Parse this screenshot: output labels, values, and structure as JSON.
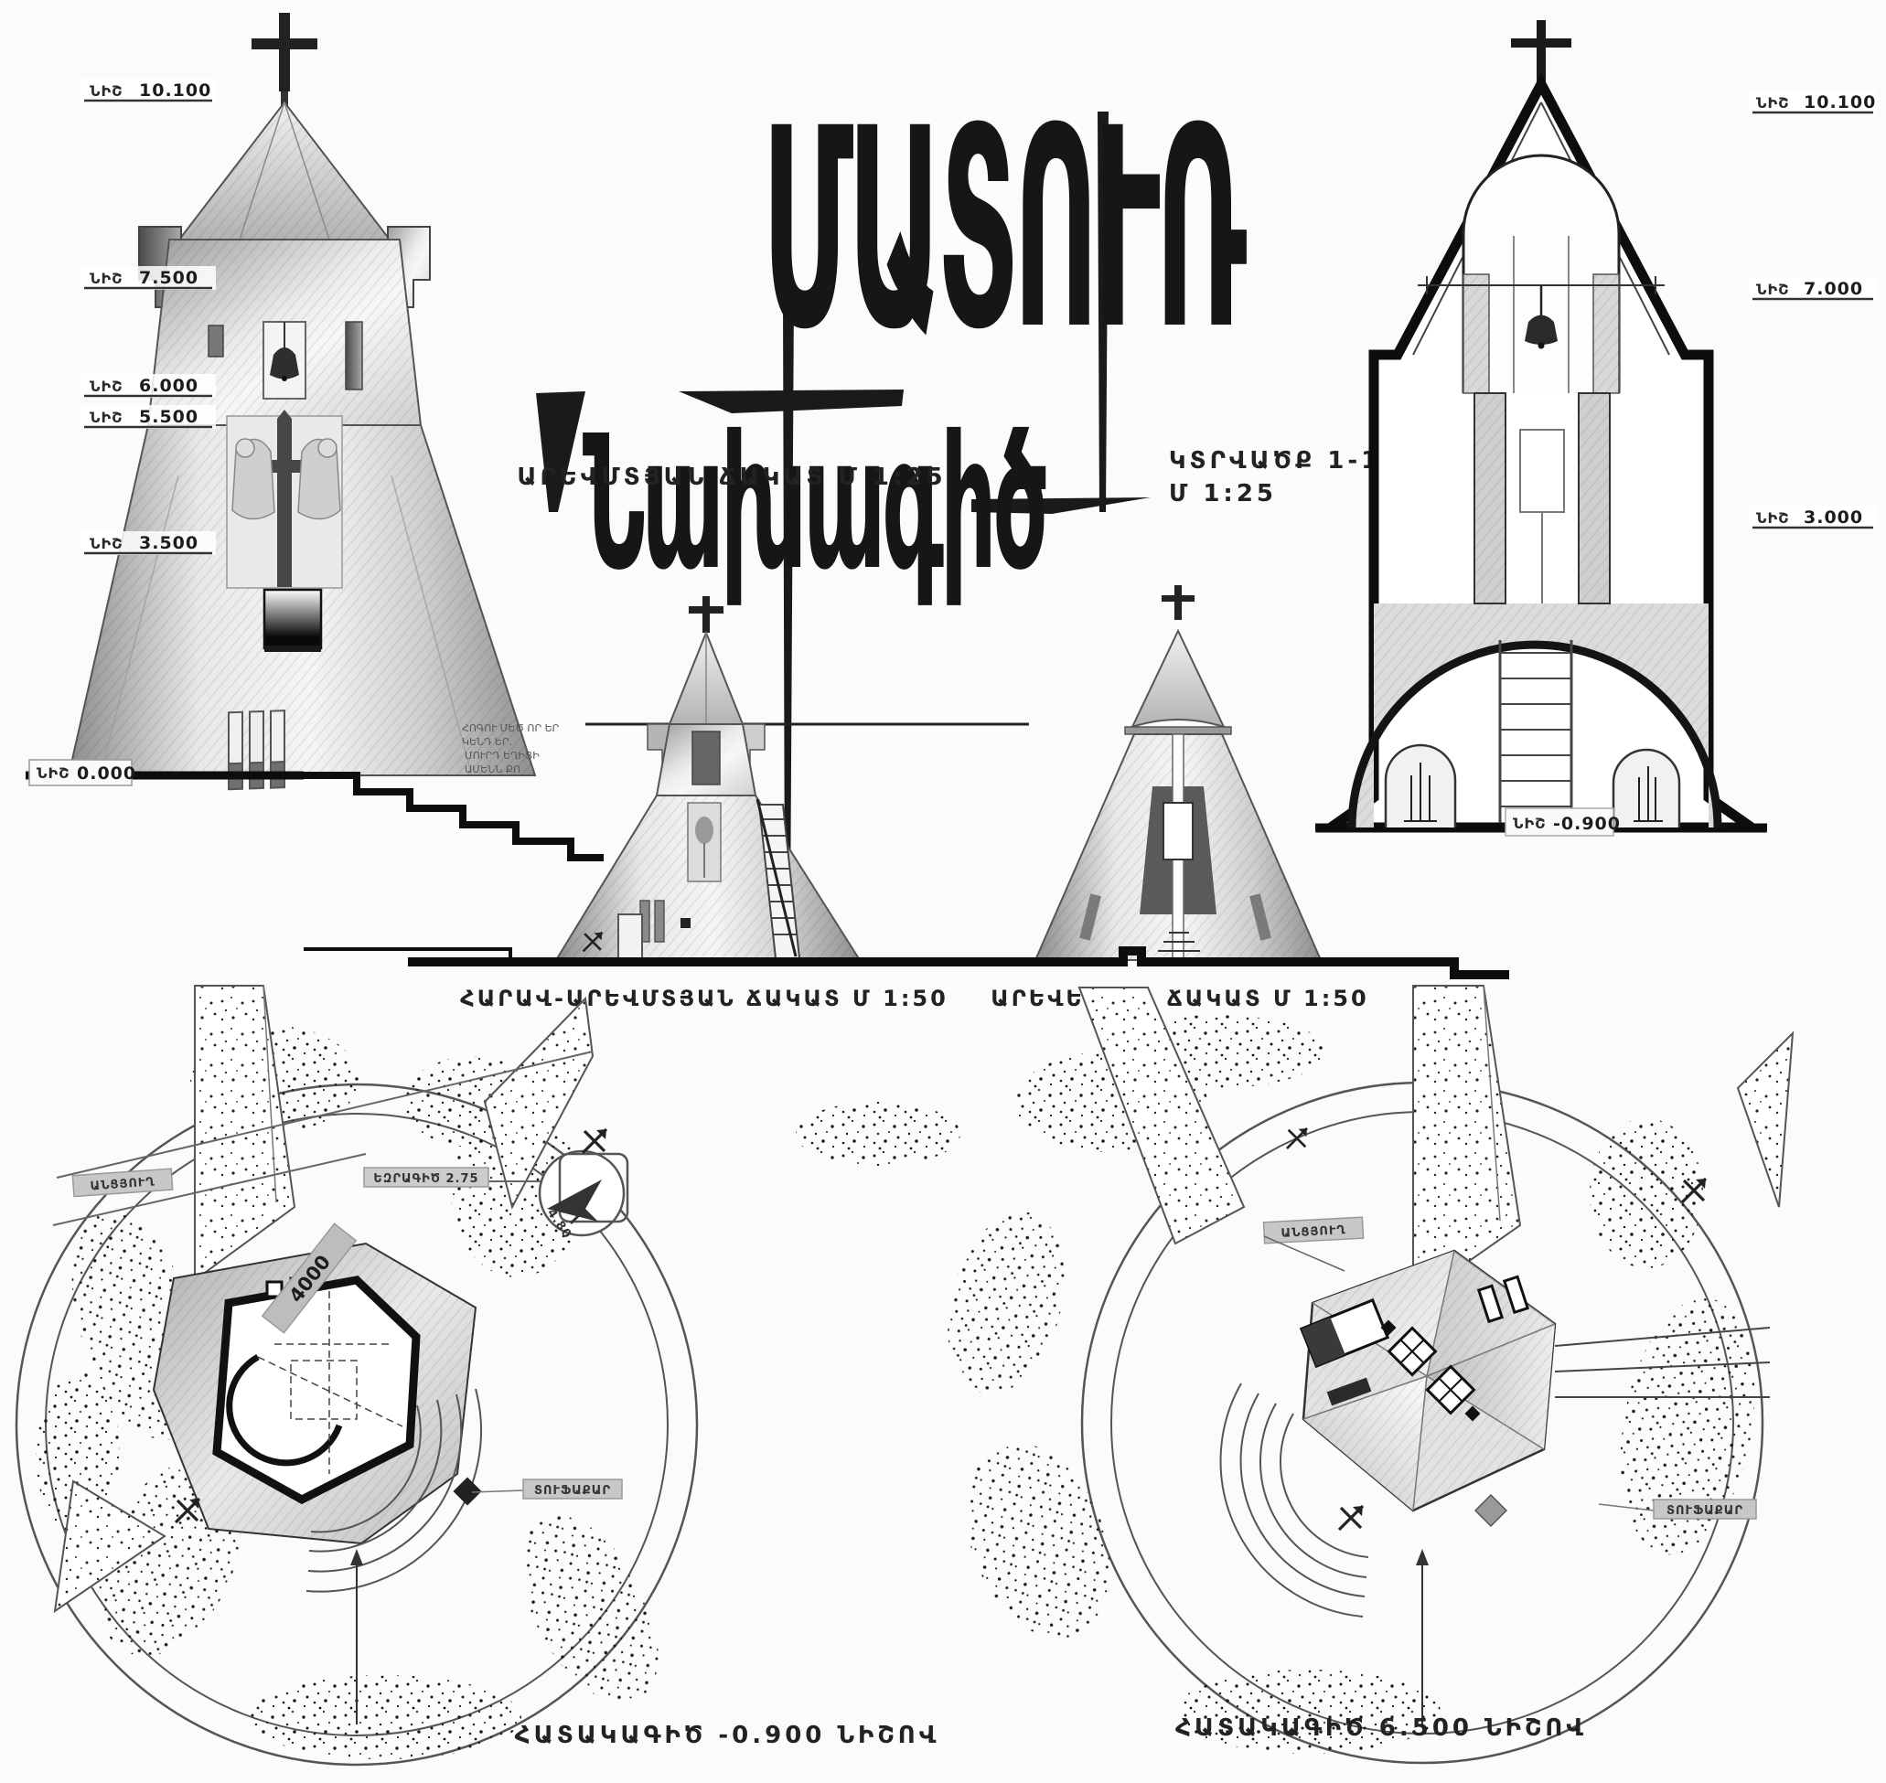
{
  "sheet": {
    "background": "#fbfbf9"
  },
  "title": {
    "word1": "ՄԱՏՈՒՌ",
    "word2": "Նախագիծ"
  },
  "drawings": {
    "west_elevation": {
      "caption": "ԱՐԵՎՄՏՅԱՆ ՃԱԿԱՏ  Մ 1:25"
    },
    "section": {
      "caption_line1": "ԿՏՐՎԱԾՔ 1-1",
      "caption_line2": "Մ 1:25"
    },
    "sw_elevation": {
      "caption": "ՀԱՐԱՎ-ԱՐԵՎՄՏՅԱՆ ՃԱԿԱՏ  Մ 1:50"
    },
    "east_elevation": {
      "caption": "ԱՐԵՎԵԼՅԱՆ ՃԱԿԱՏ  Մ 1:50"
    },
    "plan_lower": {
      "caption": "ՀԱՏԱԿԱԳԻԾ  -0.900 ՆԻՇՈՎ"
    },
    "plan_upper": {
      "caption": "ՀԱՏԱԿԱԳԻԾ  6.500 ՆԻՇՈՎ"
    }
  },
  "levels": {
    "left": [
      {
        "label": "ՆԻՇ",
        "value": "10.100"
      },
      {
        "label": "ՆԻՇ",
        "value": "7.500"
      },
      {
        "label": "ՆԻՇ",
        "value": "6.000"
      },
      {
        "label": "ՆԻՇ",
        "value": "5.500"
      },
      {
        "label": "ՆԻՇ",
        "value": "3.500"
      },
      {
        "label": "ՆԻՇ",
        "value": "0.000"
      }
    ],
    "right": [
      {
        "label": "ՆԻՇ",
        "value": "10.100"
      },
      {
        "label": "ՆԻՇ",
        "value": "7.000"
      },
      {
        "label": "ՆԻՇ",
        "value": "3.000"
      }
    ],
    "section_floor": {
      "label": "ՆԻՇ",
      "value": "-0.900"
    }
  },
  "plan_lower_tags": {
    "passage": "ԱՆՑՅՈՒՂ",
    "dimension": "4000",
    "edge": "ԵԶՐԱԳԻԾ 2.75",
    "slope": "4.80",
    "stone": "ՏՈՒՖԱՔԱՐ"
  },
  "plan_upper_tags": {
    "passage": "ԱՆՑՅՈՒՂ",
    "stone": "ՏՈՒՖԱՔԱՐ"
  },
  "inscription": {
    "line1": "ՀՈԳՈՒ ՄԵԾ ՈՐ ԵՐ",
    "line2": "ԿԵՆԴ ԵՐ.",
    "line3": "ՄՈՒՐԴ ԵՂԻՑԻ",
    "line4": "ԱՄԵՆՆ ՔՈ"
  },
  "colors": {
    "ink": "#1c1c1c",
    "pencil": "#8a8a8a",
    "tag_background": "#c7c7c7"
  }
}
